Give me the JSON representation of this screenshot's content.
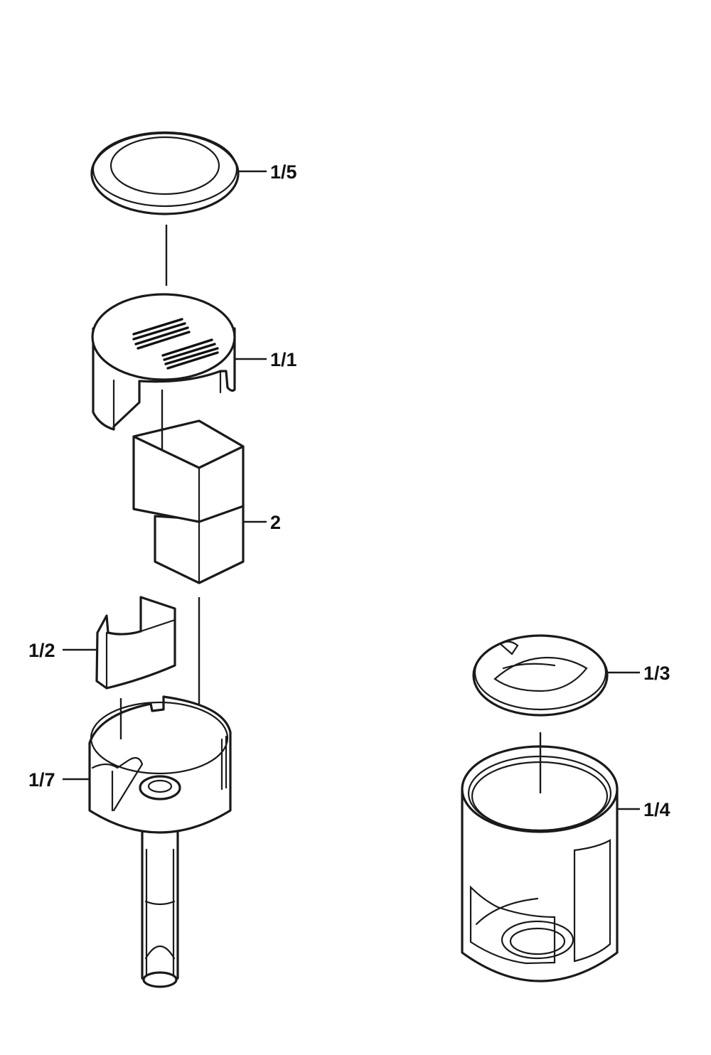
{
  "callouts": {
    "part_1_5": "1/5",
    "part_1_1": "1/1",
    "part_2": "2",
    "part_1_2": "1/2",
    "part_1_7": "1/7",
    "part_1_3": "1/3",
    "part_1_4": "1/4"
  },
  "colors": {
    "line": "#1a1a1a",
    "background": "#ffffff"
  }
}
